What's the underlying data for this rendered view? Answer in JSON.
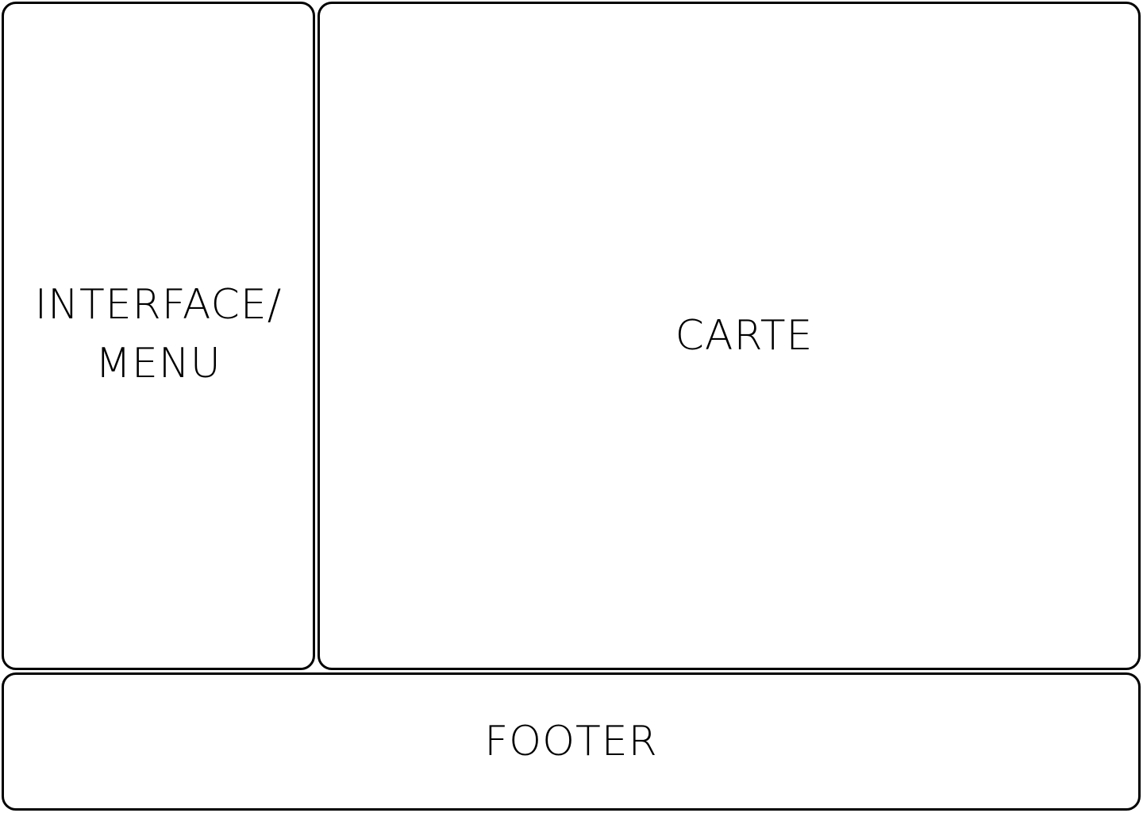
{
  "menu": {
    "line1": "INTERFACE/",
    "line2": "MENU"
  },
  "map": {
    "label": "CARTE"
  },
  "footer": {
    "label": "FOOTER"
  }
}
